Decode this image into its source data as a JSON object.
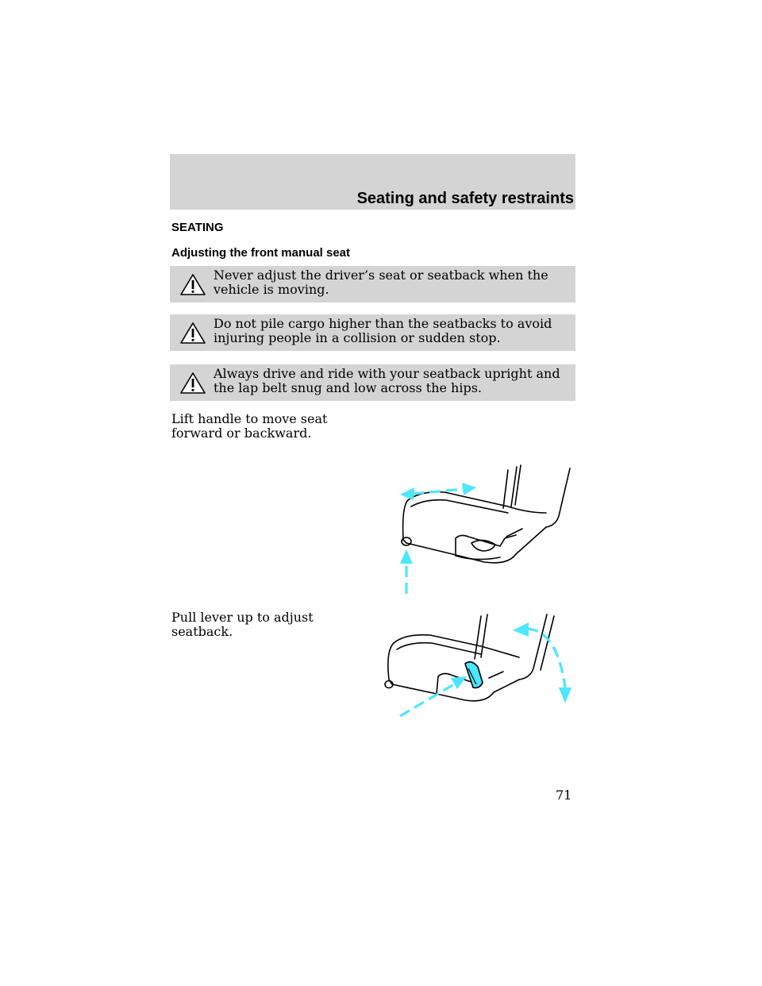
{
  "header": {
    "title": "Seating and safety restraints"
  },
  "section": {
    "heading": "SEATING",
    "subheading": "Adjusting the front manual seat"
  },
  "warnings": [
    {
      "text": "Never adjust the driver’s seat or seatback when the vehicle is moving."
    },
    {
      "text": "Do not pile cargo higher than the seatbacks to avoid injuring people in a collision or sudden stop."
    },
    {
      "text": "Always drive and ride with your seatback upright and the lap belt snug and low across the hips."
    }
  ],
  "instructions": [
    {
      "text": "Lift handle to move seat forward or backward."
    },
    {
      "text": "Pull lever up to adjust seatback."
    }
  ],
  "colors": {
    "header_bg": "#d4d4d4",
    "arrow": "#4de6ff"
  },
  "icons": {
    "warning": "warning-triangle-icon"
  },
  "page": {
    "number": "71"
  }
}
